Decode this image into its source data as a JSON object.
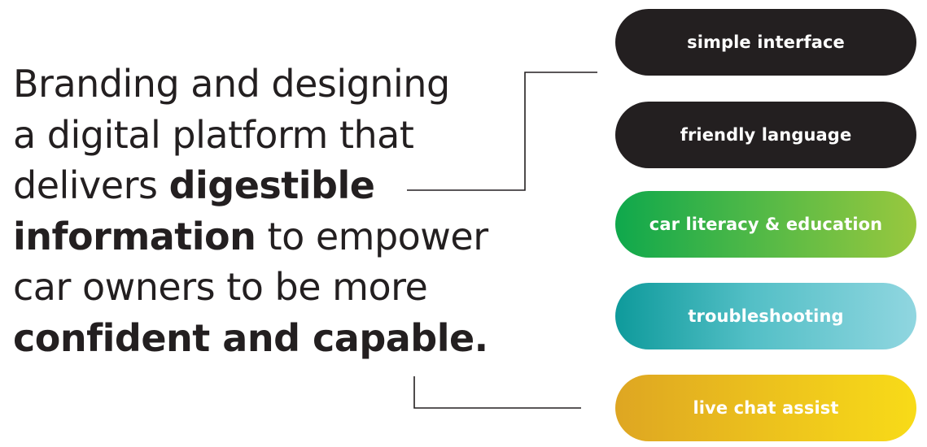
{
  "headline": {
    "line1": "Branding and designing",
    "line2": "a digital platform that",
    "line3_regular": "delivers ",
    "line3_bold": "digestible",
    "line4_bold": "information",
    "line4_regular": " to empower",
    "line5": "car owners to be more",
    "line6_bold": "confident and capable."
  },
  "features": [
    {
      "label": "simple interface",
      "colors": [
        "#231f20",
        "#231f20"
      ]
    },
    {
      "label": "friendly language",
      "colors": [
        "#231f20",
        "#231f20"
      ]
    },
    {
      "label": "car literacy & education",
      "colors": [
        "#0fa84c",
        "#99c83e"
      ]
    },
    {
      "label": "troubleshooting",
      "colors": [
        "#0e9a9b",
        "#90d6e0"
      ]
    },
    {
      "label": "live chat assist",
      "colors": [
        "#dea622",
        "#f8db18"
      ]
    }
  ],
  "colors": {
    "text": "#231f20",
    "connector": "#231f20"
  }
}
